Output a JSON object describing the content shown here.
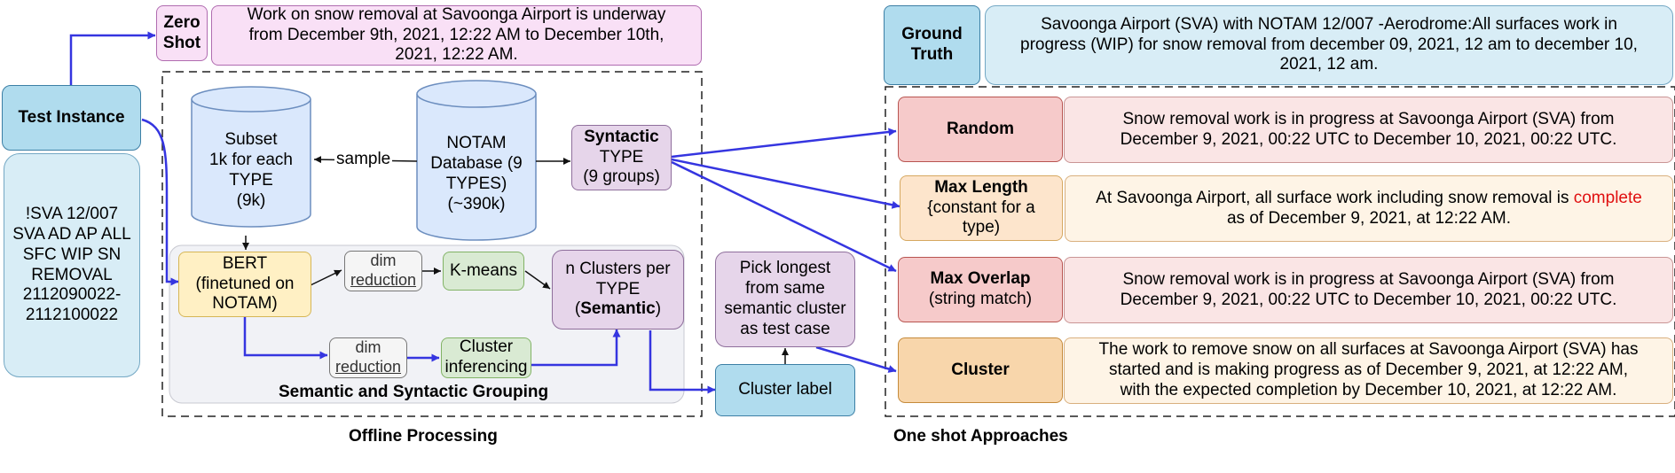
{
  "zero_shot": {
    "label": [
      "Zero",
      "Shot"
    ],
    "output": [
      "Work on snow removal at Savoonga Airport is underway",
      "from December 9th, 2021, 12:22 AM to December 10th,",
      "2021, 12:22 AM."
    ]
  },
  "ground_truth": {
    "label": [
      "Ground",
      "Truth"
    ],
    "text": [
      "Savoonga Airport (SVA) with NOTAM 12/007 -Aerodrome:All surfaces work in",
      "progress (WIP) for snow removal from december 09, 2021, 12 am to december 10,",
      "2021, 12 am."
    ]
  },
  "test_instance": {
    "label": "Test Instance",
    "notam": [
      "!SVA 12/007",
      "SVA AD AP ALL",
      "SFC WIP SN",
      "REMOVAL",
      "2112090022-",
      "2112100022"
    ]
  },
  "offline": {
    "title": "Offline Processing",
    "subset": [
      "Subset",
      "1k for each",
      "TYPE",
      "(9k)"
    ],
    "database": [
      "NOTAM",
      "Database (9",
      "TYPES)",
      "(~390k)"
    ],
    "sample_label": "sample",
    "syntactic": [
      "Syntactic",
      "TYPE",
      "(9 groups)"
    ],
    "bert": [
      "BERT",
      "(finetuned on",
      "NOTAM)"
    ],
    "dim_reduction": [
      "dim",
      "reduction"
    ],
    "kmeans": "K-means",
    "clusters": [
      "n Clusters per",
      "TYPE",
      "(",
      "Semantic",
      ")"
    ],
    "cluster_inferencing": [
      "Cluster",
      "inferencing"
    ],
    "grouping_title": "Semantic and Syntactic Grouping"
  },
  "middle": {
    "pick_longest": [
      "Pick longest",
      "from same",
      "semantic cluster",
      "as test case"
    ],
    "cluster_label": "Cluster label"
  },
  "one_shot": {
    "title": "One shot Approaches",
    "approaches": [
      {
        "name": [
          "Random"
        ],
        "output": [
          "Snow removal work is in progress at Savoonga Airport (SVA) from",
          "December 9, 2021, 00:22 UTC to December 10, 2021, 00:22 UTC."
        ]
      },
      {
        "name": [
          "Max Length",
          "{constant for a",
          "type)"
        ],
        "output_pre": "At Savoonga Airport, all surface work including snow removal is ",
        "output_highlight": "complete",
        "output_post": "as of December 9, 2021, at 12:22 AM."
      },
      {
        "name": [
          "Max Overlap",
          "(string match)"
        ],
        "output": [
          "Snow removal work is in progress at Savoonga Airport (SVA) from",
          "December 9, 2021, 00:22 UTC to December 10, 2021, 00:22 UTC."
        ]
      },
      {
        "name": [
          "Cluster"
        ],
        "output": [
          "The work to remove snow on all surfaces at Savoonga Airport (SVA) has",
          "started and is making progress as of December 9, 2021, at 12:22 AM,",
          "with the expected completion by December 10, 2021, at 12:22 AM."
        ]
      }
    ]
  },
  "colors": {
    "arrow_blue": "#3535e0",
    "highlight_red": "#e01010",
    "pink": "#f9e0f6",
    "light_blue": "#b0dcee",
    "red": "#f6caca",
    "orange": "#fde5cc",
    "purple": "#e6d5ea",
    "yellow": "#fff0c4",
    "green": "#d9ead3"
  }
}
